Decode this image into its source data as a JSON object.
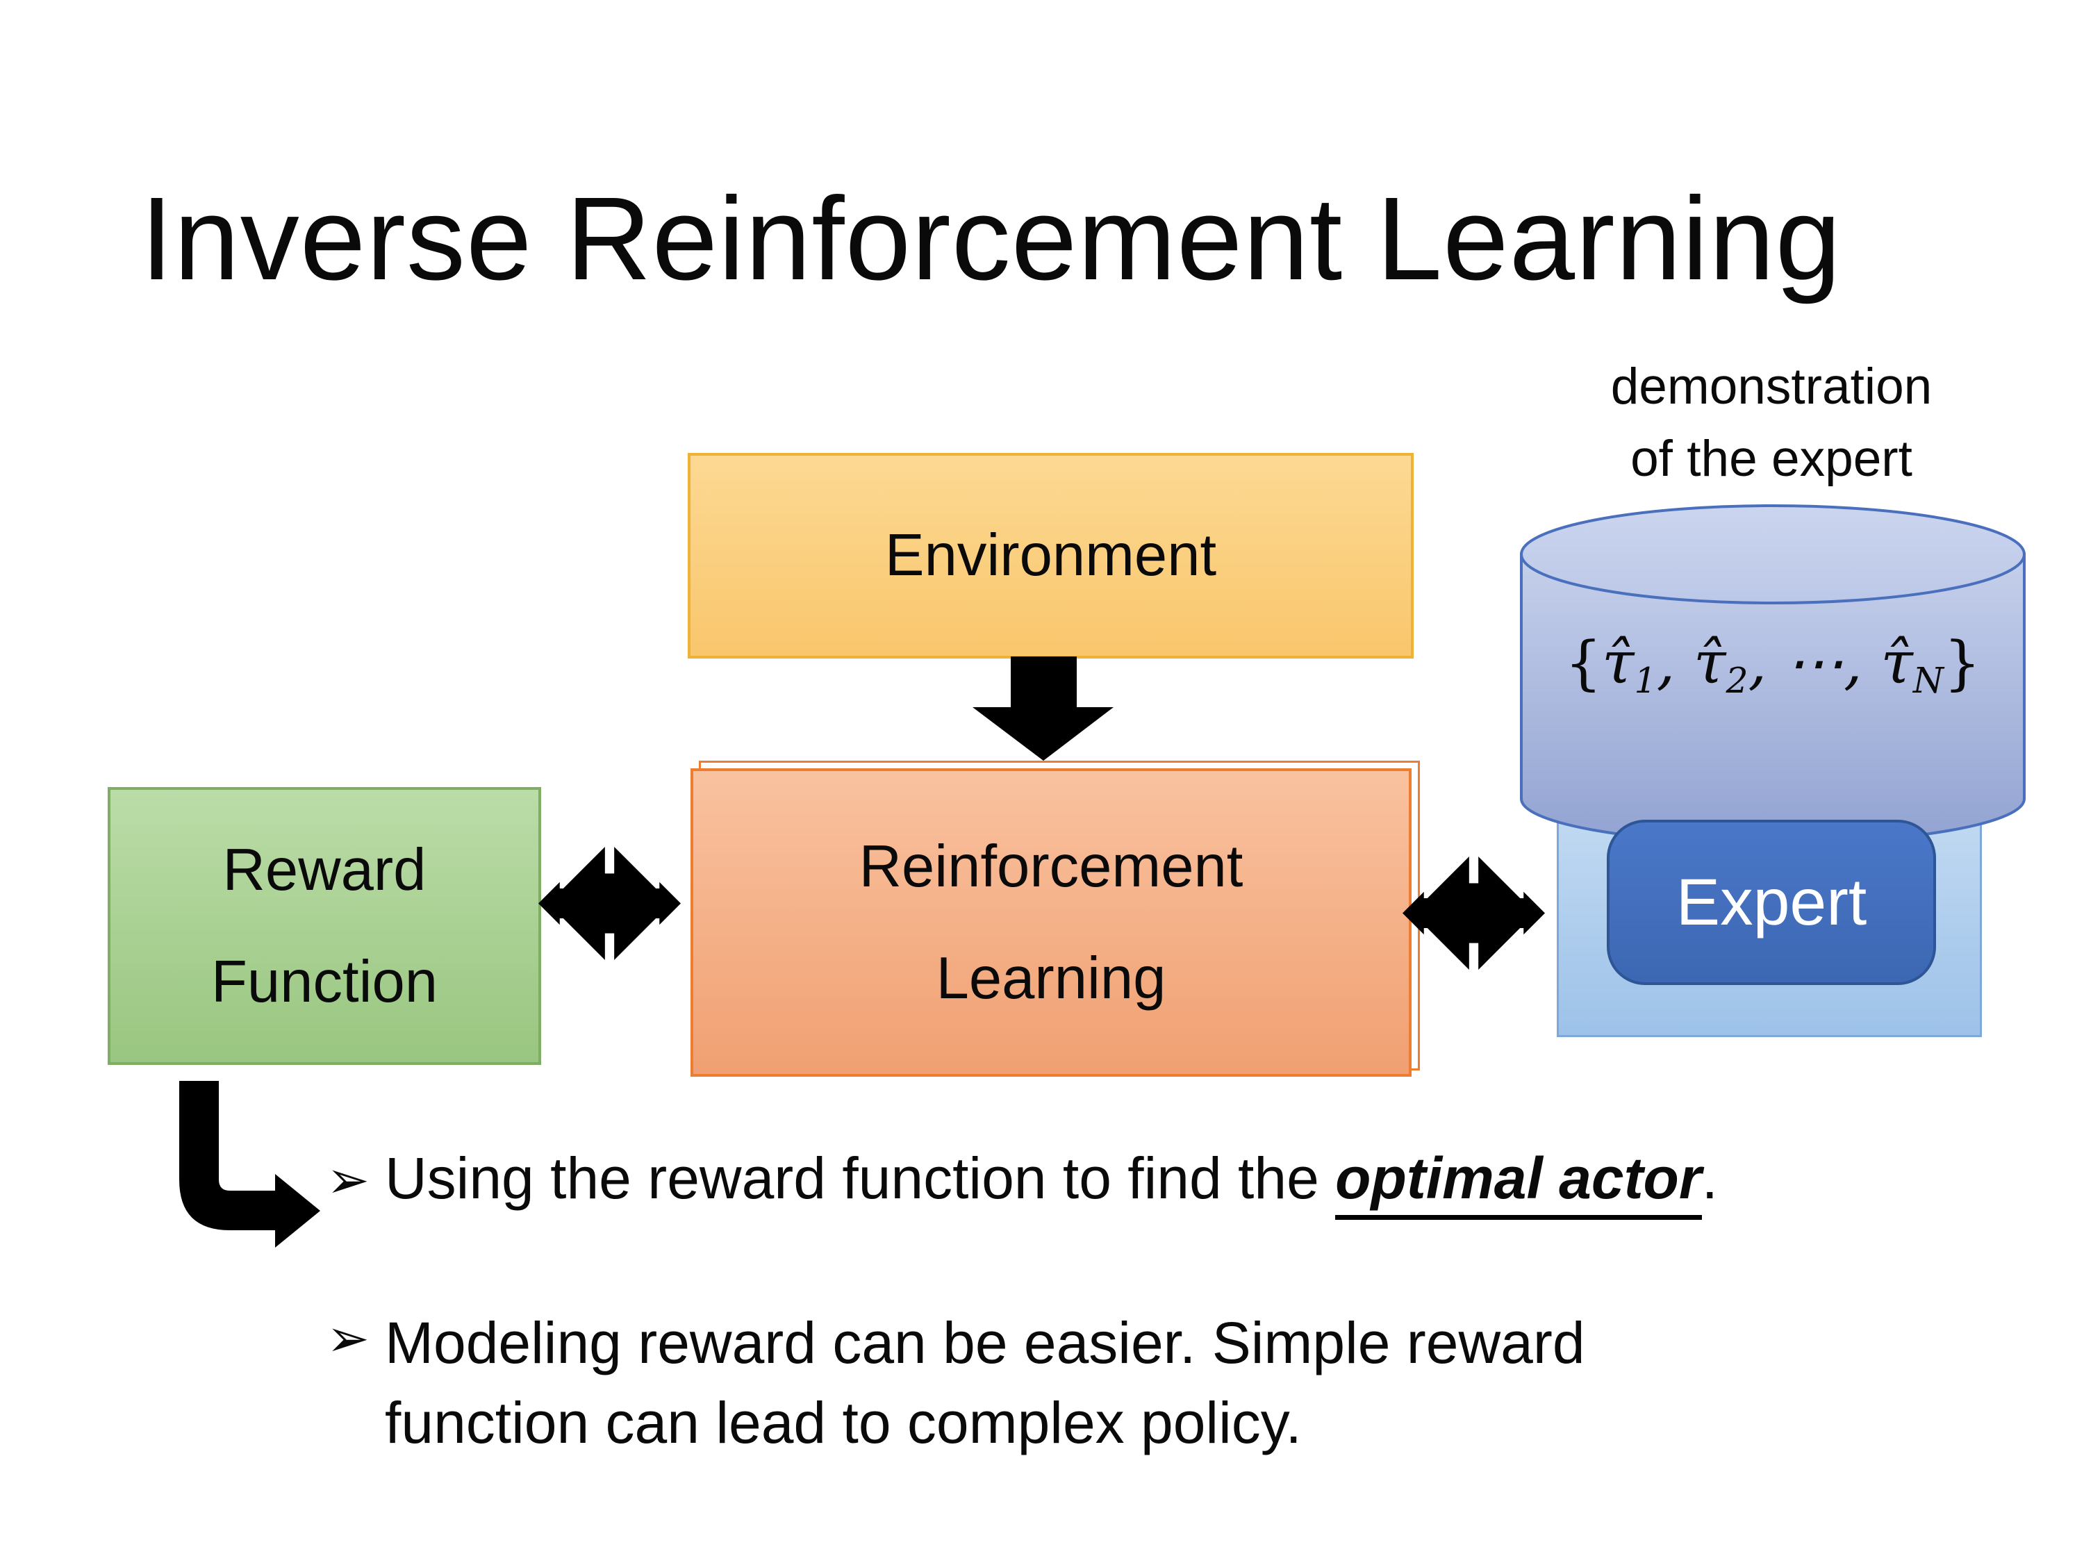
{
  "slide": {
    "title": "Inverse Reinforcement Learning"
  },
  "diagram": {
    "demonstration_label": {
      "line1": "demonstration",
      "line2": "of the expert"
    },
    "environment": {
      "label": "Environment",
      "fill_top": "#FCD993",
      "fill_bottom": "#F9C66C",
      "border": "#ECB338"
    },
    "reinforcement_learning": {
      "line1": "Reinforcement",
      "line2": "Learning",
      "fill_top": "#F9C29F",
      "fill_bottom": "#F0A072",
      "border": "#ED7D31"
    },
    "reward_function": {
      "line1": "Reward",
      "line2": "Function",
      "fill_top": "#BBDCA8",
      "fill_bottom": "#99C680",
      "border": "#80AD64"
    },
    "expert": {
      "label": "Expert",
      "fill": "#4472C4",
      "border": "#2E5596",
      "text_color": "#FFFFFF",
      "container_fill_top": "#C2DAF2",
      "container_fill_bottom": "#9DC2E9",
      "container_border": "#7FA8D8"
    },
    "trajectory_cylinder": {
      "fill_top_ellipse": "#CBD5EE",
      "fill_body_light": "#C6D0EB",
      "fill_body_dark": "#92A3D2",
      "border": "#4A70BD",
      "formula": {
        "open": "{",
        "tau1": "τ̂",
        "sub1": "1",
        "sep1": ", ",
        "tau2": "τ̂",
        "sub2": "2",
        "sep2": ", ",
        "dots": "⋯",
        "sep3": ", ",
        "tau3": "τ̂",
        "sub3": "N",
        "close": "}"
      }
    },
    "arrow_color": "#000000"
  },
  "bullets": {
    "marker": "➢",
    "item1": {
      "text_before": "Using the reward function to find the ",
      "emphasis": "optimal actor",
      "text_after": "."
    },
    "item2": {
      "line1": "Modeling reward can be easier. Simple reward",
      "line2": "function can lead to complex policy."
    }
  }
}
